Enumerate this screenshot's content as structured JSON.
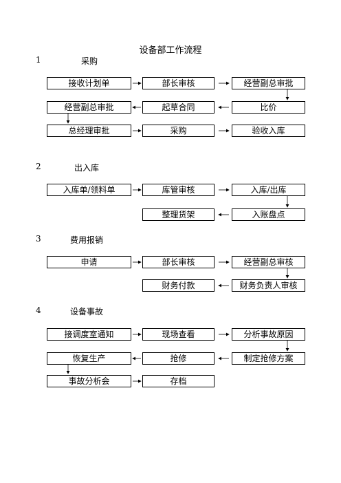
{
  "title": "设备部工作流程",
  "sections": [
    {
      "num": "1",
      "title": "采购",
      "rows": [
        [
          "接收计划单",
          "部长审核",
          "经营副总审批"
        ],
        [
          "经营副总审批",
          "起草合同",
          "比价"
        ],
        [
          "总经理审批",
          "采购",
          "验收入库"
        ]
      ]
    },
    {
      "num": "2",
      "title": "出入库",
      "rows": [
        [
          "入库单/领料单",
          "库管审核",
          "入库/出库"
        ],
        [
          "",
          "整理货架",
          "入账盘点"
        ]
      ]
    },
    {
      "num": "3",
      "title": "费用报销",
      "rows": [
        [
          "申请",
          "部长审核",
          "经营副总审核"
        ],
        [
          "",
          "财务付款",
          "财务负责人审核"
        ]
      ]
    },
    {
      "num": "4",
      "title": "设备事故",
      "rows": [
        [
          "接调度室通知",
          "现场查看",
          "分析事故原因"
        ],
        [
          "恢复生产",
          "抢修",
          "制定抢修方案"
        ],
        [
          "事故分析会",
          "存档",
          ""
        ]
      ]
    }
  ]
}
